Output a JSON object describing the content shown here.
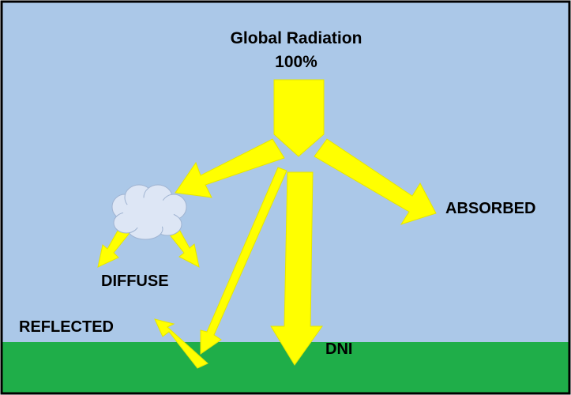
{
  "title": "Global Radiation",
  "percent": "100%",
  "labels": {
    "absorbed": "ABSORBED",
    "diffuse": "DIFFUSE",
    "reflected": "REFLECTED",
    "dni": "DNI"
  },
  "colors": {
    "sky": "#abc8e8",
    "ground": "#1fae49",
    "arrow": "#ffff00",
    "arrow_outline": "#d9d900",
    "cloud": "#dde6f5",
    "border": "#000000"
  }
}
